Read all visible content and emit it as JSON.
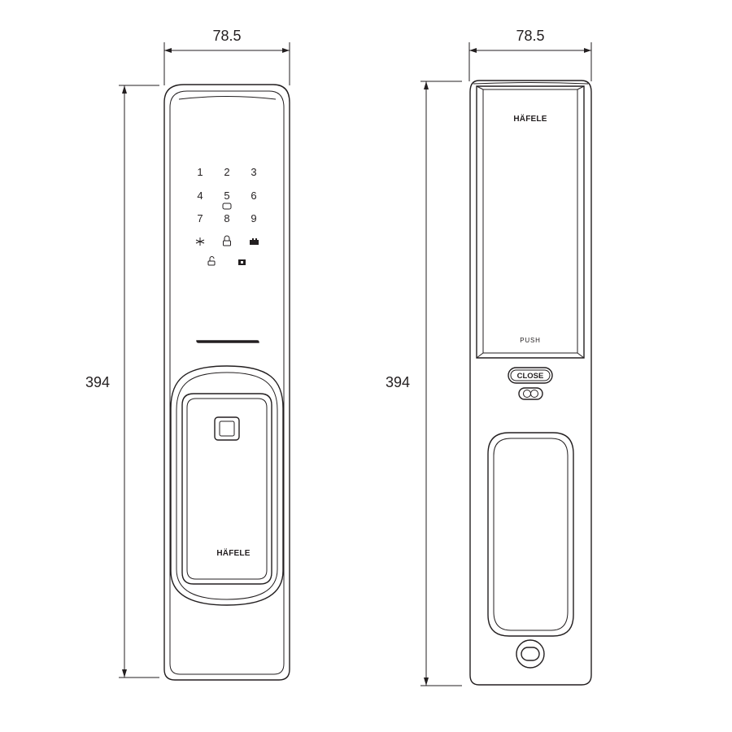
{
  "dimensions": {
    "front_width": "78.5",
    "front_height": "394",
    "back_width": "78.5",
    "back_height": "394"
  },
  "front": {
    "keypad_keys": [
      "1",
      "2",
      "3",
      "4",
      "5",
      "6",
      "7",
      "8",
      "9"
    ],
    "brand": "HÄFELE"
  },
  "back": {
    "brand": "HÄFELE",
    "push_label": "PUSH",
    "close_label": "CLOSE"
  },
  "colors": {
    "line": "#231f20",
    "background": "#ffffff"
  }
}
